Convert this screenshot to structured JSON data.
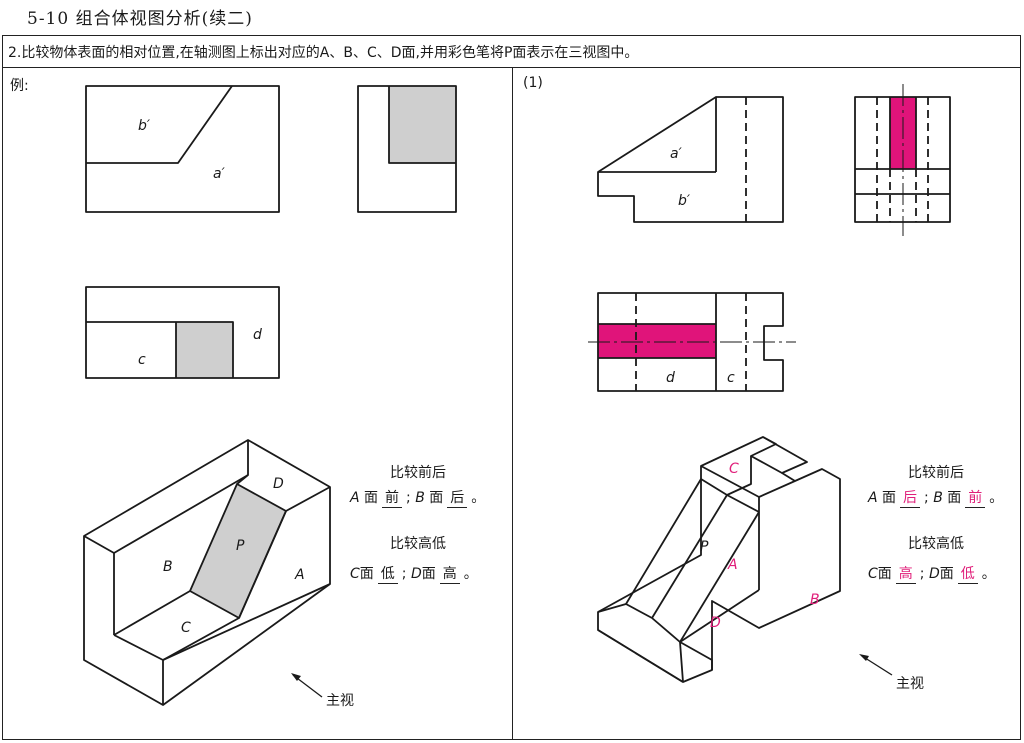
{
  "heading": "5-10  组合体视图分析(续二)",
  "task": "2.比较物体表面的相对位置,在轴测图上标出对应的A、B、C、D面,并用彩色笔将P面表示在三视图中。",
  "example_label": "例:",
  "part1_label": "(1)",
  "example": {
    "front_labels": {
      "b": "b′",
      "a": "a′"
    },
    "top_labels": {
      "c": "c",
      "d": "d"
    },
    "iso_labels": {
      "D": "D",
      "B": "B",
      "P": "P",
      "A": "A",
      "C": "C"
    },
    "view_dir": "主视",
    "compare1_title": "比较前后",
    "compare1": {
      "a": "A",
      "face": "面",
      "a_ans": "前",
      "sep": ";",
      "b": "B",
      "b_ans": "后",
      "end": "。"
    },
    "compare2_title": "比较高低",
    "compare2": {
      "c": "C",
      "face": "面",
      "c_ans": "低",
      "sep": ";",
      "d": "D",
      "d_ans": "高",
      "end": "。"
    }
  },
  "part1": {
    "front_labels": {
      "a": "a′",
      "b": "b′"
    },
    "top_labels": {
      "d": "d",
      "c": "c"
    },
    "iso_labels": {
      "C": "C",
      "P": "P",
      "A": "A",
      "D": "D",
      "B": "B"
    },
    "view_dir": "主视",
    "compare1_title": "比较前后",
    "compare1": {
      "a": "A",
      "face": "面",
      "a_ans": "后",
      "sep": ";",
      "b": "B",
      "b_ans": "前",
      "end": "。"
    },
    "compare2_title": "比较高低",
    "compare2": {
      "c": "C",
      "face": "面",
      "c_ans": "高",
      "sep": ";",
      "d": "D",
      "d_ans": "低",
      "end": "。"
    }
  },
  "colors": {
    "highlight": "#e0147a",
    "shade": "#cfcfcf",
    "answer": "#e01f7a"
  }
}
